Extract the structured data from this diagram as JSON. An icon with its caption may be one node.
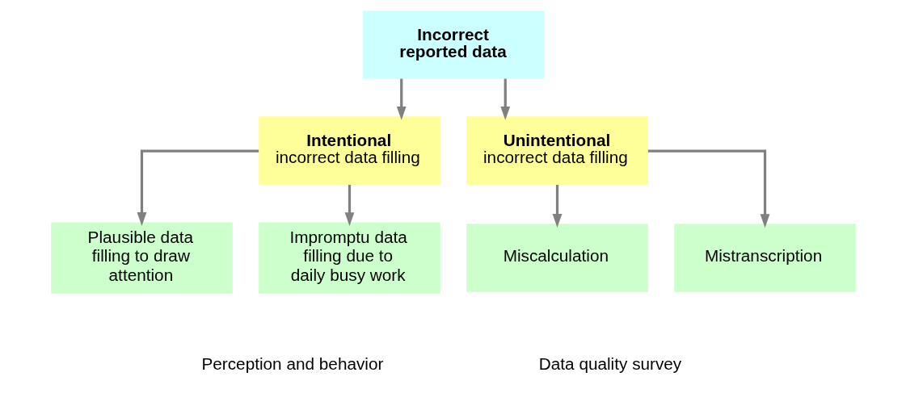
{
  "diagram": {
    "nodes": [
      {
        "text": [
          "Incorrect reported data"
        ]
      },
      {
        "text": [
          "Intentional",
          "incorrect data filling"
        ]
      },
      {
        "text": [
          "Unintentional",
          "incorrect data filling"
        ]
      },
      {
        "text": [
          "Plausible data filling to draw attention"
        ]
      },
      {
        "text": [
          "Impromptu data filling due to daily busy work"
        ]
      },
      {
        "text": [
          "Miscalculation"
        ]
      },
      {
        "text": [
          "Mistranscription"
        ]
      }
    ],
    "edges": [
      {
        "from": 0,
        "to": 1,
        "arrow": "to"
      },
      {
        "from": 0,
        "to": 2,
        "arrow": "to"
      },
      {
        "from": 1,
        "to": 3,
        "arrow": "to"
      },
      {
        "from": 1,
        "to": 4,
        "arrow": "to"
      },
      {
        "from": 2,
        "to": 5,
        "arrow": "to"
      },
      {
        "from": 2,
        "to": 6,
        "arrow": "to"
      }
    ],
    "labels": [
      "Perception and behavior",
      "Data quality survey"
    ]
  }
}
